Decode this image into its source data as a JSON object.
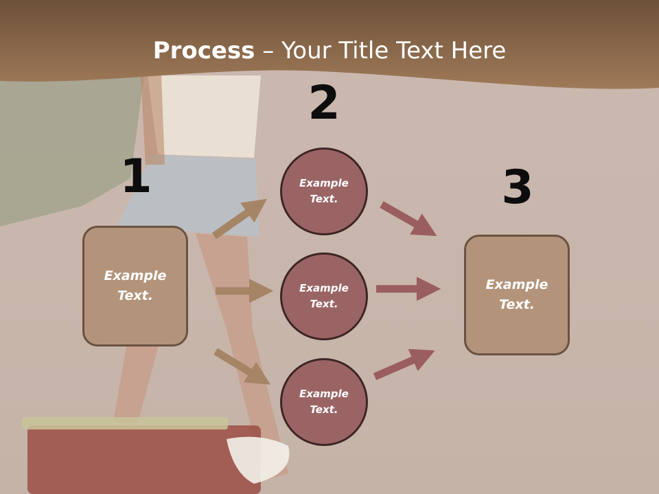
{
  "title": {
    "bold": "Process",
    "rest": " – Your Title Text Here"
  },
  "steps": [
    {
      "number": "1"
    },
    {
      "number": "2"
    },
    {
      "number": "3"
    }
  ],
  "left_box": {
    "text": "Example\nText."
  },
  "right_box": {
    "text": "Example\nText."
  },
  "circles": [
    {
      "text": "Example\nText."
    },
    {
      "text": "Example\nText."
    },
    {
      "text": "Example\nText."
    }
  ],
  "colors": {
    "header_band": "#8b6b4f",
    "box_fill": "#b3947b",
    "box_border": "#6a5242",
    "circle_fill": "#9a6465",
    "circle_border": "#3f2525",
    "arrow_left": "#a68466",
    "arrow_right": "#9a5d60"
  }
}
